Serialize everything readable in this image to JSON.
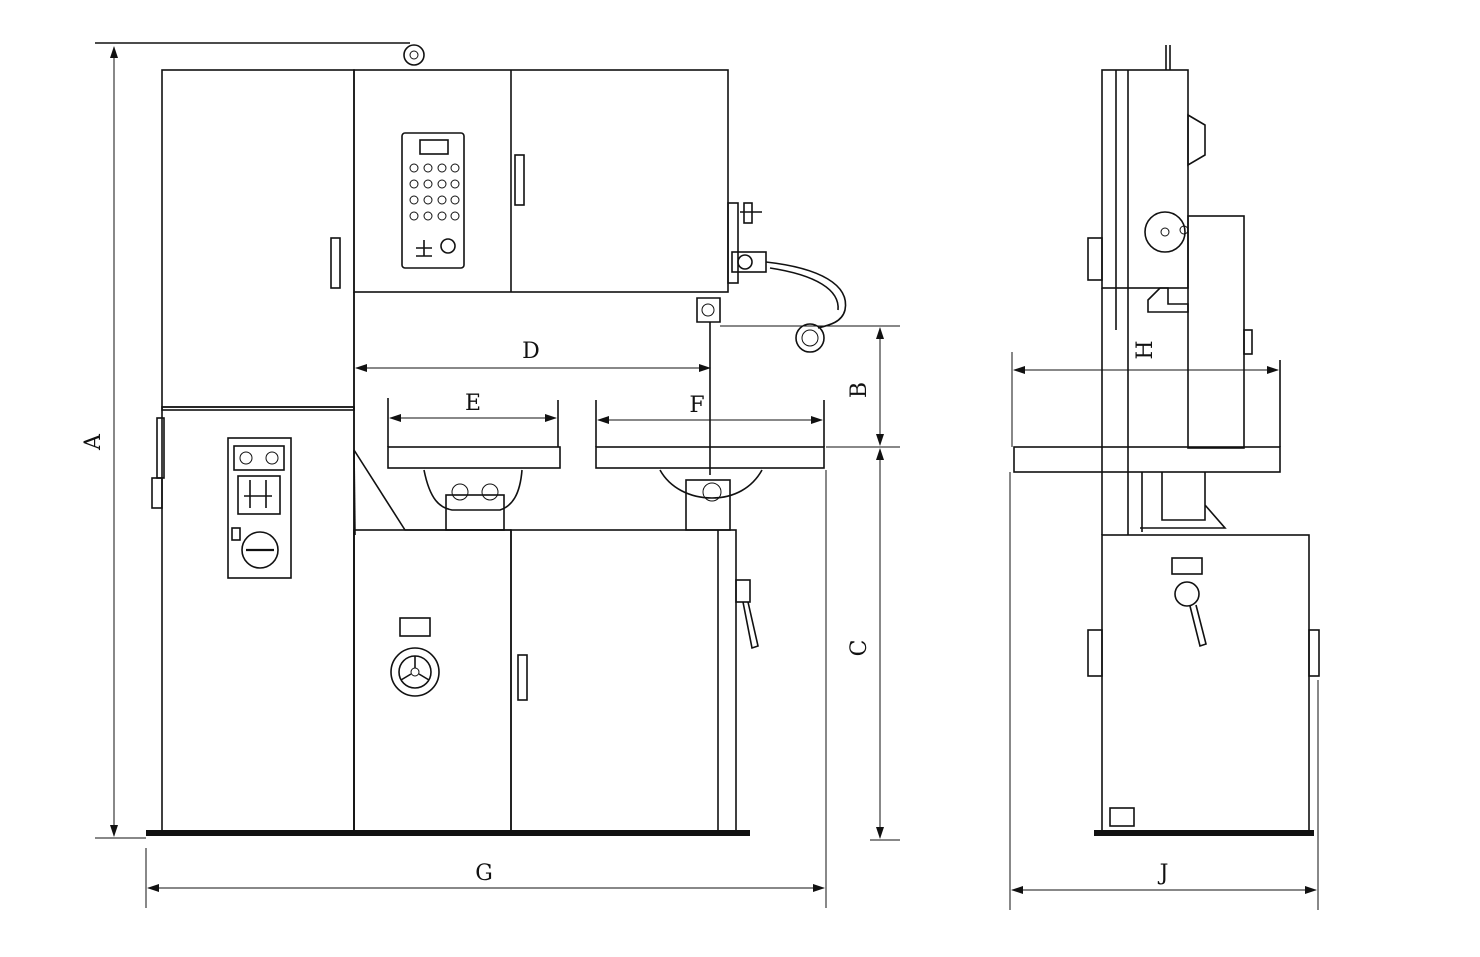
{
  "drawing": {
    "front_view": {
      "dimension_labels": {
        "overall_height": "A",
        "throat_height": "B",
        "table_height": "C",
        "throat_depth": "D",
        "left_table_width": "E",
        "right_table_width": "F",
        "overall_width": "G"
      }
    },
    "side_view": {
      "dimension_labels": {
        "table_depth": "H",
        "base_depth": "J"
      }
    }
  }
}
